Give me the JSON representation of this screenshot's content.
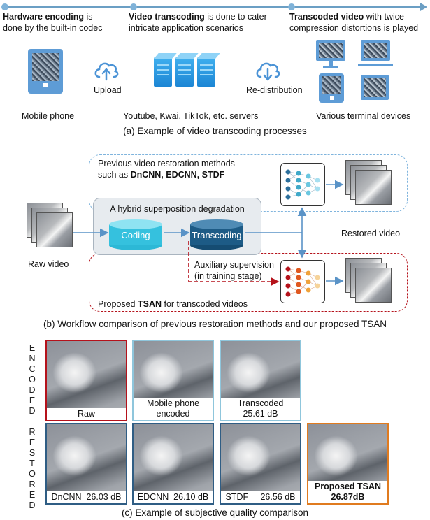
{
  "section_a": {
    "stages": [
      {
        "bold": "Hardware encoding",
        "rest1": " is",
        "line2": "done by the built-in codec"
      },
      {
        "bold": "Video transcoding",
        "rest1": " is done to cater",
        "line2": "intricate application scenarios"
      },
      {
        "bold": "Transcoded video",
        "rest1": " with twice",
        "line2": "compression distortions is played"
      }
    ],
    "upload_label": "Upload",
    "redistribution_label": "Re-distribution",
    "mobile_label": "Mobile phone",
    "servers_label": "Youtube, Kwai, TikTok, etc. servers",
    "terminals_label": "Various terminal devices",
    "caption": "(a) Example of video transcoding processes",
    "colors": {
      "accent": "#5e9cd6",
      "server": "#1c86d4"
    }
  },
  "section_b": {
    "previous_line1": "Previous video restoration methods",
    "previous_line2_prefix": "such as ",
    "previous_methods": "DnCNN, EDCNN, STDF",
    "hybrid_title": "A hybrid superposition degradation",
    "coding_label": "Coding",
    "transcoding_label": "Transcoding",
    "raw_video_label": "Raw video",
    "restored_video_label": "Restored video",
    "aux_line1": "Auxiliary supervision",
    "aux_line2": "(in training stage)",
    "proposed_prefix": "Proposed ",
    "proposed_name": "TSAN",
    "proposed_suffix": " for transcoded videos",
    "caption": "(b) Workflow comparison of previous restoration methods and our proposed TSAN",
    "colors": {
      "previous": "#7fb4dd",
      "proposed": "#b5121b"
    }
  },
  "section_c": {
    "encoded_label": "ENCODED",
    "restored_label": "RESTORED",
    "encoded_patches": [
      {
        "line1": "Raw",
        "line2": ""
      },
      {
        "line1": "Mobile phone",
        "line2": "encoded"
      },
      {
        "line1": "Transcoded",
        "line2": "25.61 dB"
      }
    ],
    "restored_patches": [
      {
        "text": "DnCNN  26.03 dB"
      },
      {
        "text": "EDCNN  26.10 dB"
      },
      {
        "text": "STDF     26.56 dB"
      },
      {
        "line1": "Proposed TSAN",
        "line2": "26.87dB"
      }
    ],
    "caption": "(c) Example of subjective quality comparison",
    "colors": {
      "raw": "#b5121b",
      "encoded": "#8fc6dc",
      "restored": "#2f5d84",
      "proposed": "#e07b1f"
    }
  }
}
